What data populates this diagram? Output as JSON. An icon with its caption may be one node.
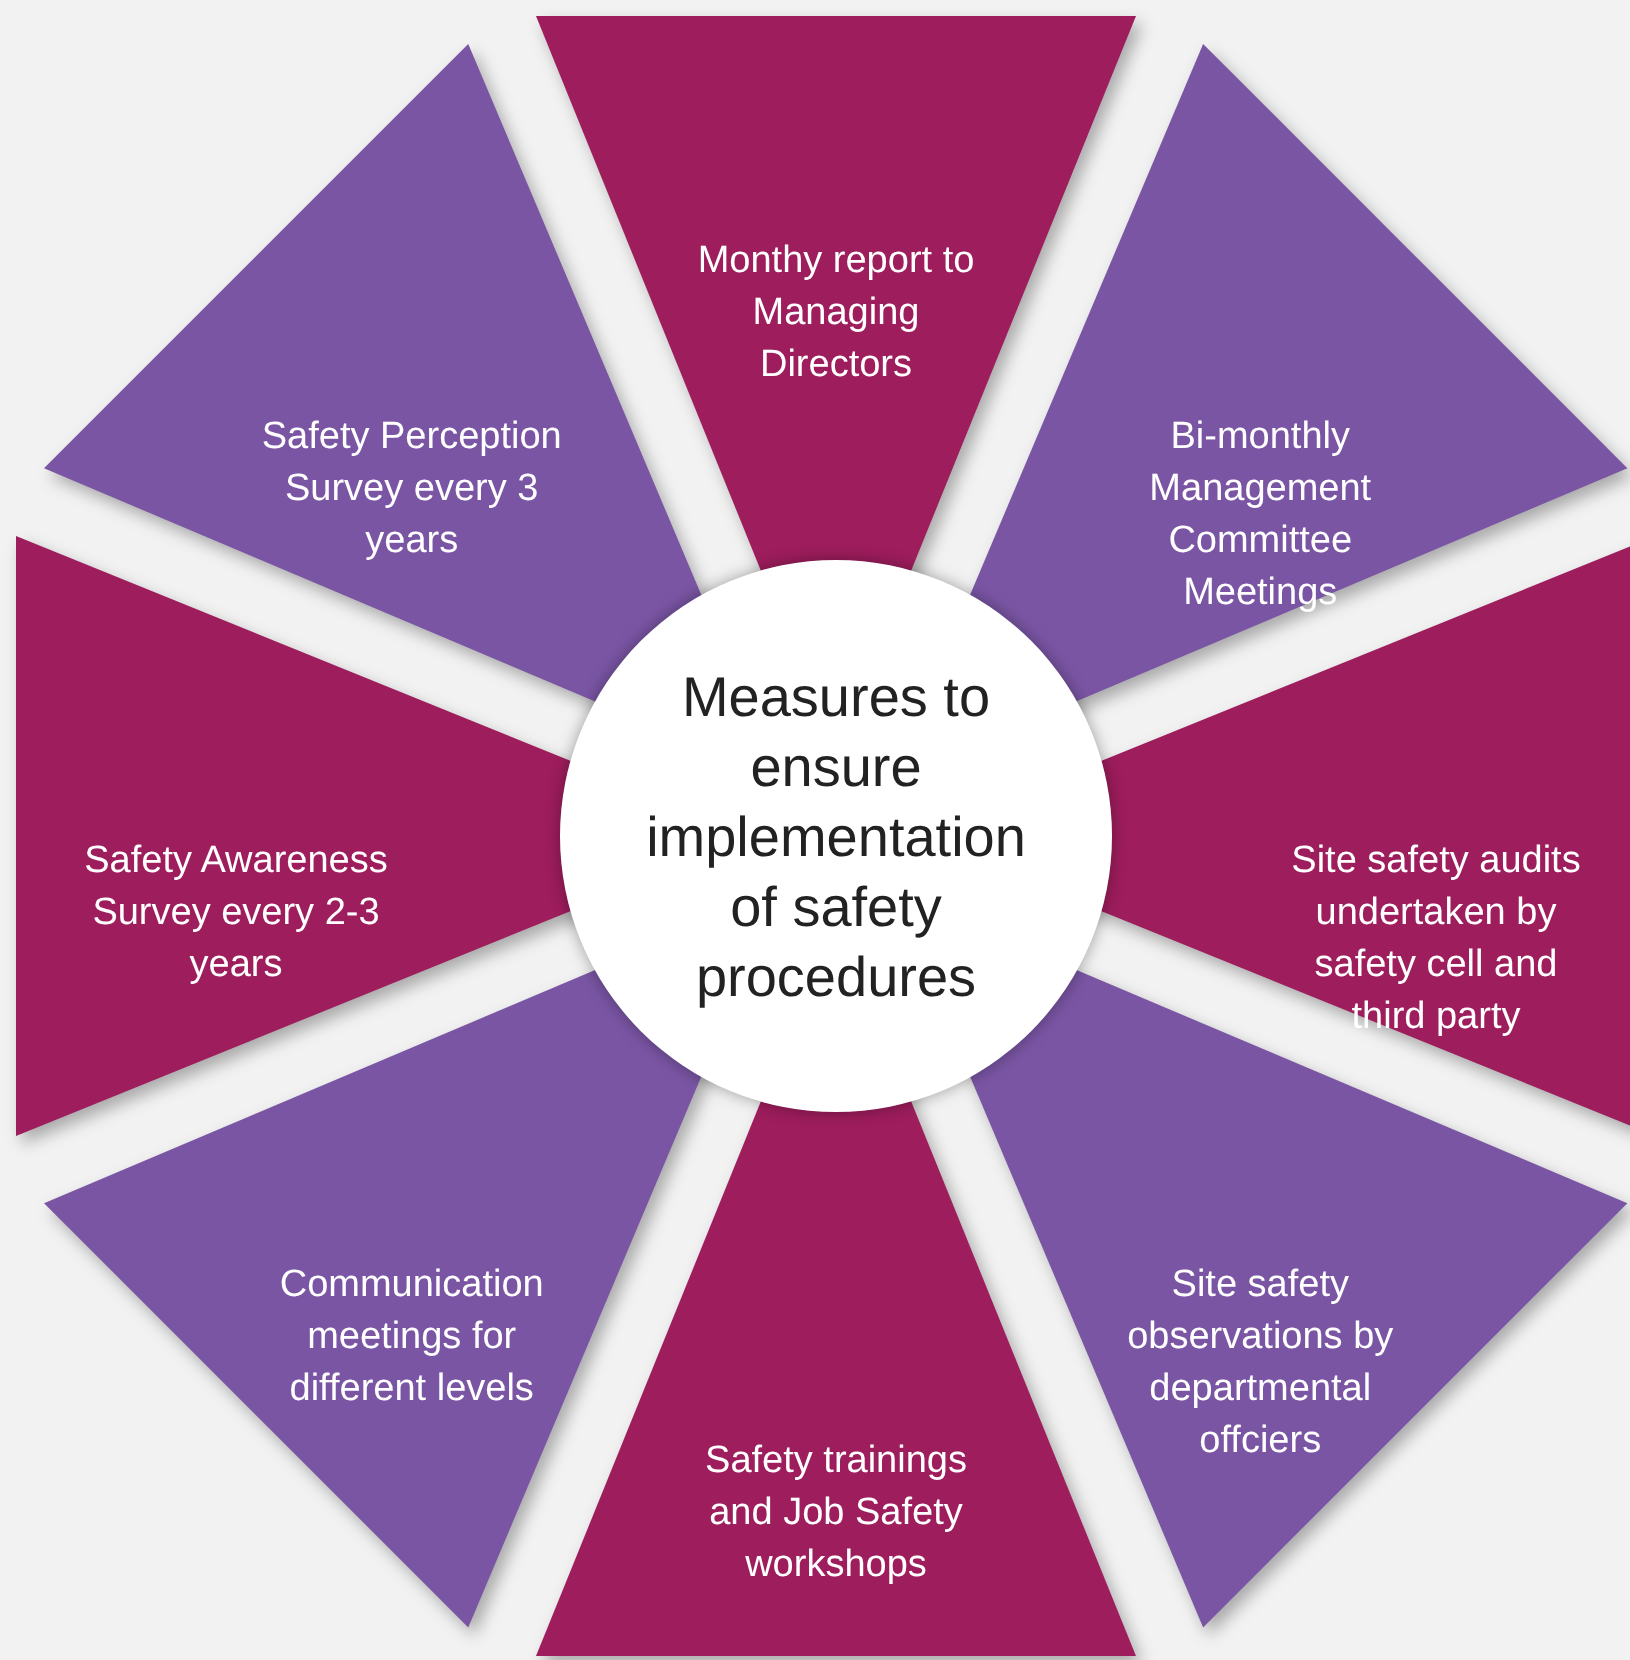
{
  "diagram": {
    "nodes": [
      {
        "text": [
          "Measures to ensure implementation of safety procedures"
        ]
      },
      {
        "text": [
          "Monthy report to Managing Directors"
        ]
      },
      {
        "text": [
          "Bi-monthly Management Committee Meetings"
        ]
      },
      {
        "text": [
          "Site safety audits undertaken by safety cell and third party"
        ]
      },
      {
        "text": [
          "Site safety observations by departmental offciers"
        ]
      },
      {
        "text": [
          "Safety trainings and Job Safety workshops"
        ]
      },
      {
        "text": [
          "Communication meetings for different levels"
        ]
      },
      {
        "text": [
          "Safety Awareness Survey every 2-3 years"
        ]
      },
      {
        "text": [
          "Safety Perception Survey every 3 years"
        ]
      }
    ]
  }
}
